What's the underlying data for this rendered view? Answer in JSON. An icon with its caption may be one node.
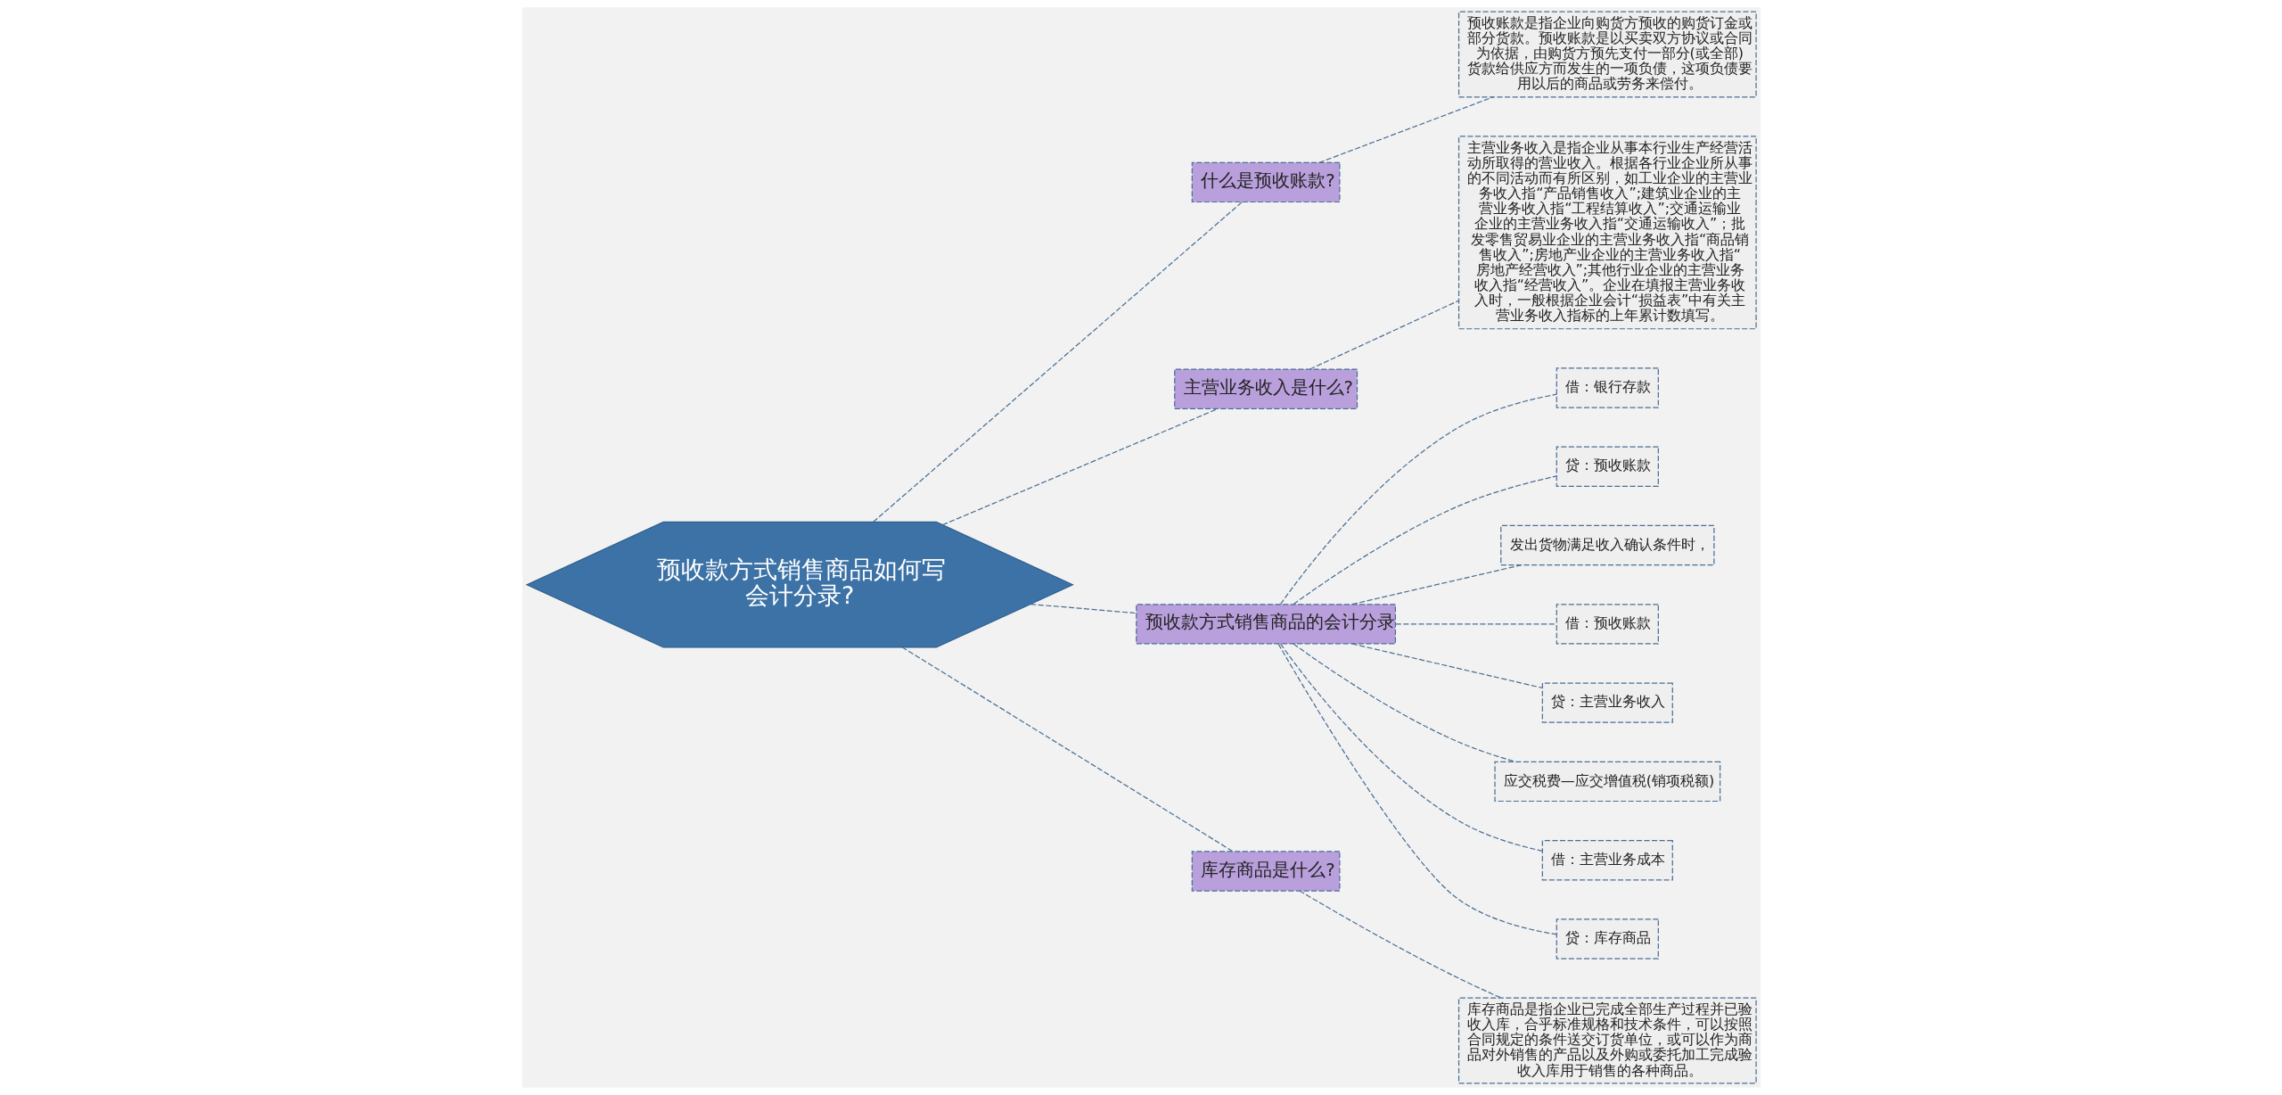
{
  "diagram": {
    "nodes": [
      {
        "text": [
          "预收款方式销售商品如何写会计分录?"
        ]
      },
      {
        "text": [
          "什么是预收账款?"
        ]
      },
      {
        "text": [
          "预收账款是指企业向购货方预收的购货订金或部分货款。预收账款是以买卖双方协议或合同为依据，由购货方预先支付一部分(或全部)货款给供应方而发生的一项负债，这项负债要用以后的商品或劳务来偿付。"
        ]
      },
      {
        "text": [
          "主营业务收入是什么?"
        ]
      },
      {
        "text": [
          "主营业务收入是指企业从事本行业生产经营活动所取得的营业收入。根据各行业企业所从事的不同活动而有所区别，如工业企业的主营业务收入指“产品销售收入”;建筑业企业的主营业务收入指“工程结算收入”;交通运输业企业的主营业务收入指“交通运输收入”；批发零售贸易业企业的主营业务收入指“商品销售收入”;房地产业企业的主营业务收入指“房地产经营收入”;其他行业企业的主营业务收入指“经营收入”。企业在填报主营业务收入时，一般根据企业会计“损益表”中有关主营业务收入指标的上年累计数填写。"
        ]
      },
      {
        "text": [
          "预收款方式销售商品的会计分录"
        ]
      },
      {
        "text": [
          "借：银行存款"
        ]
      },
      {
        "text": [
          "贷：预收账款"
        ]
      },
      {
        "text": [
          "发出货物满足收入确认条件时，"
        ]
      },
      {
        "text": [
          "借：预收账款"
        ]
      },
      {
        "text": [
          "贷：主营业务收入"
        ]
      },
      {
        "text": [
          "应交税费—应交增值税(销项税额)"
        ]
      },
      {
        "text": [
          "借：主营业务成本"
        ]
      },
      {
        "text": [
          "贷：库存商品"
        ]
      },
      {
        "text": [
          "库存商品是什么?"
        ]
      },
      {
        "text": [
          "库存商品是指企业已完成全部生产过程并已验收入库，合乎标准规格和技术条件，可以按照合同规定的条件送交订货单位，或可以作为商品对外销售的产品以及外购或委托加工完成验收入库用于销售的各种商品。"
        ]
      }
    ],
    "edges": [
      {
        "from": 0,
        "to": 1,
        "arrow": "none",
        "style": "dashed"
      },
      {
        "from": 1,
        "to": 2,
        "arrow": "none",
        "style": "dashed"
      },
      {
        "from": 0,
        "to": 3,
        "arrow": "none",
        "style": "dashed"
      },
      {
        "from": 3,
        "to": 4,
        "arrow": "none",
        "style": "dashed"
      },
      {
        "from": 0,
        "to": 5,
        "arrow": "none",
        "style": "dashed"
      },
      {
        "from": 5,
        "to": 6,
        "arrow": "none",
        "style": "dashed"
      },
      {
        "from": 5,
        "to": 7,
        "arrow": "none",
        "style": "dashed"
      },
      {
        "from": 5,
        "to": 8,
        "arrow": "none",
        "style": "dashed"
      },
      {
        "from": 5,
        "to": 9,
        "arrow": "none",
        "style": "dashed"
      },
      {
        "from": 5,
        "to": 10,
        "arrow": "none",
        "style": "dashed"
      },
      {
        "from": 5,
        "to": 11,
        "arrow": "none",
        "style": "dashed"
      },
      {
        "from": 5,
        "to": 12,
        "arrow": "none",
        "style": "dashed"
      },
      {
        "from": 5,
        "to": 13,
        "arrow": "none",
        "style": "dashed"
      },
      {
        "from": 0,
        "to": 14,
        "arrow": "none",
        "style": "dashed"
      },
      {
        "from": 14,
        "to": 15,
        "arrow": "none",
        "style": "dashed"
      }
    ]
  }
}
